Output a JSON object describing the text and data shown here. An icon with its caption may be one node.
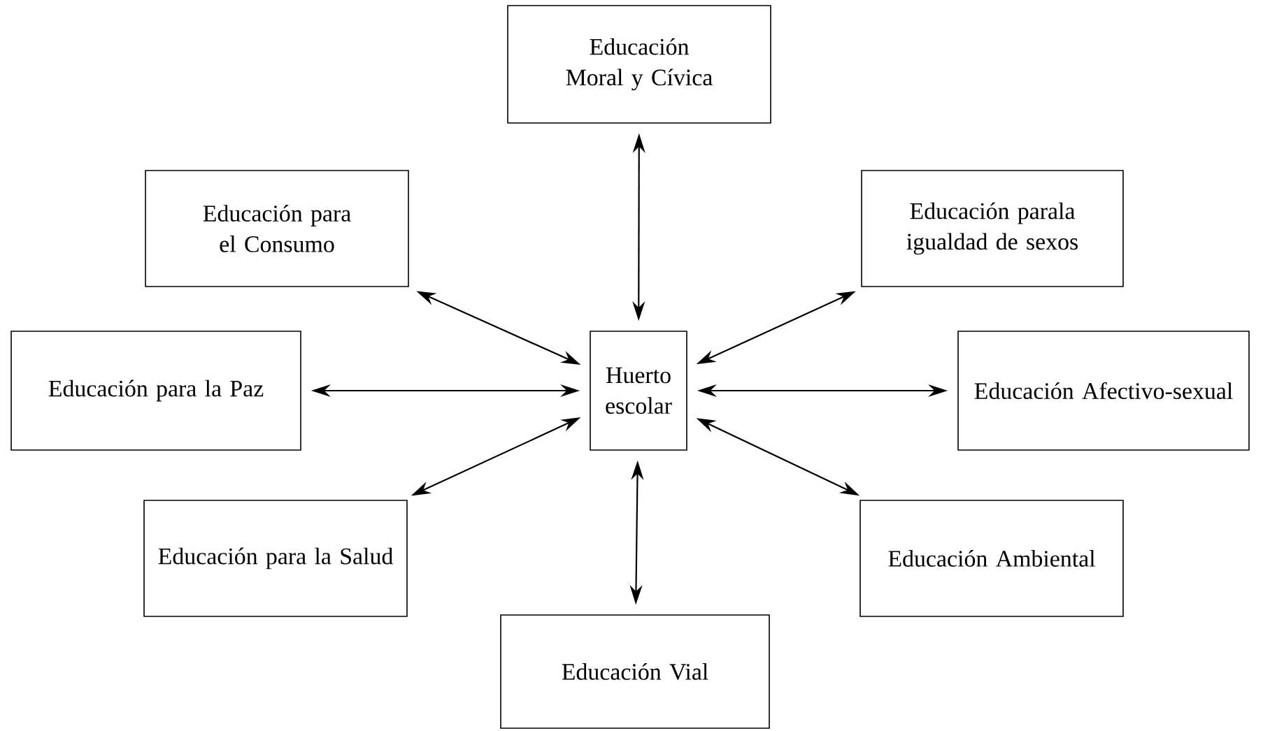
{
  "diagram": {
    "nodes": [
      {
        "text": [
          "Huerto escolar"
        ]
      },
      {
        "text": [
          "Educación Moral y Cívica"
        ]
      },
      {
        "text": [
          "Educación para el Consumo"
        ]
      },
      {
        "text": [
          "Educación parala igualdad de sexos"
        ]
      },
      {
        "text": [
          "Educación para la Paz"
        ]
      },
      {
        "text": [
          "Educación Afectivo-sexual"
        ]
      },
      {
        "text": [
          "Educación para la Salud"
        ]
      },
      {
        "text": [
          "Educación Ambiental"
        ]
      },
      {
        "text": [
          "Educación Vial"
        ]
      }
    ],
    "edges": [
      {
        "from": 0,
        "to": 1,
        "arrow": "both"
      },
      {
        "from": 0,
        "to": 2,
        "arrow": "both"
      },
      {
        "from": 0,
        "to": 3,
        "arrow": "both"
      },
      {
        "from": 0,
        "to": 4,
        "arrow": "both"
      },
      {
        "from": 0,
        "to": 5,
        "arrow": "both"
      },
      {
        "from": 0,
        "to": 6,
        "arrow": "both"
      },
      {
        "from": 0,
        "to": 7,
        "arrow": "both"
      },
      {
        "from": 0,
        "to": 8,
        "arrow": "both"
      }
    ]
  }
}
